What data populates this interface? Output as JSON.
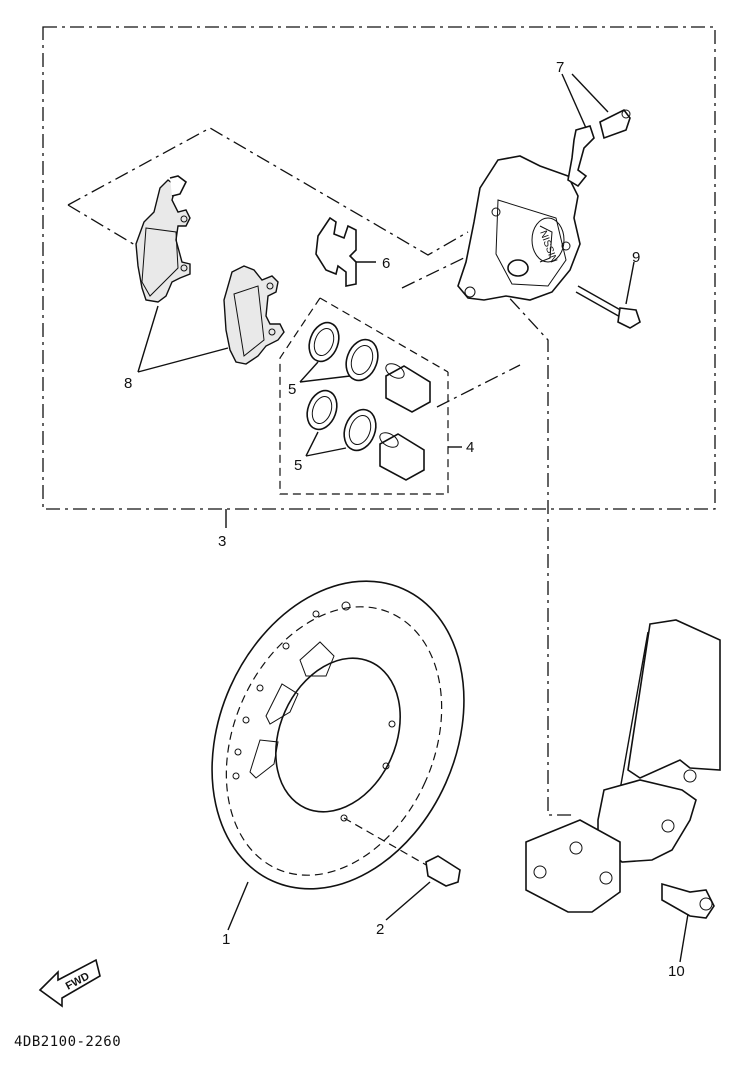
{
  "diagram": {
    "code": "4DB2100-2260",
    "fwd_label": "FWD",
    "callouts": [
      {
        "id": "c1",
        "label": "1"
      },
      {
        "id": "c2",
        "label": "2"
      },
      {
        "id": "c3",
        "label": "3"
      },
      {
        "id": "c4",
        "label": "4"
      },
      {
        "id": "c5a",
        "label": "5"
      },
      {
        "id": "c5b",
        "label": "5"
      },
      {
        "id": "c6",
        "label": "6"
      },
      {
        "id": "c7",
        "label": "7"
      },
      {
        "id": "c8",
        "label": "8"
      },
      {
        "id": "c9",
        "label": "9"
      },
      {
        "id": "c10",
        "label": "10"
      }
    ],
    "caliper_mark": "NISSIN"
  }
}
